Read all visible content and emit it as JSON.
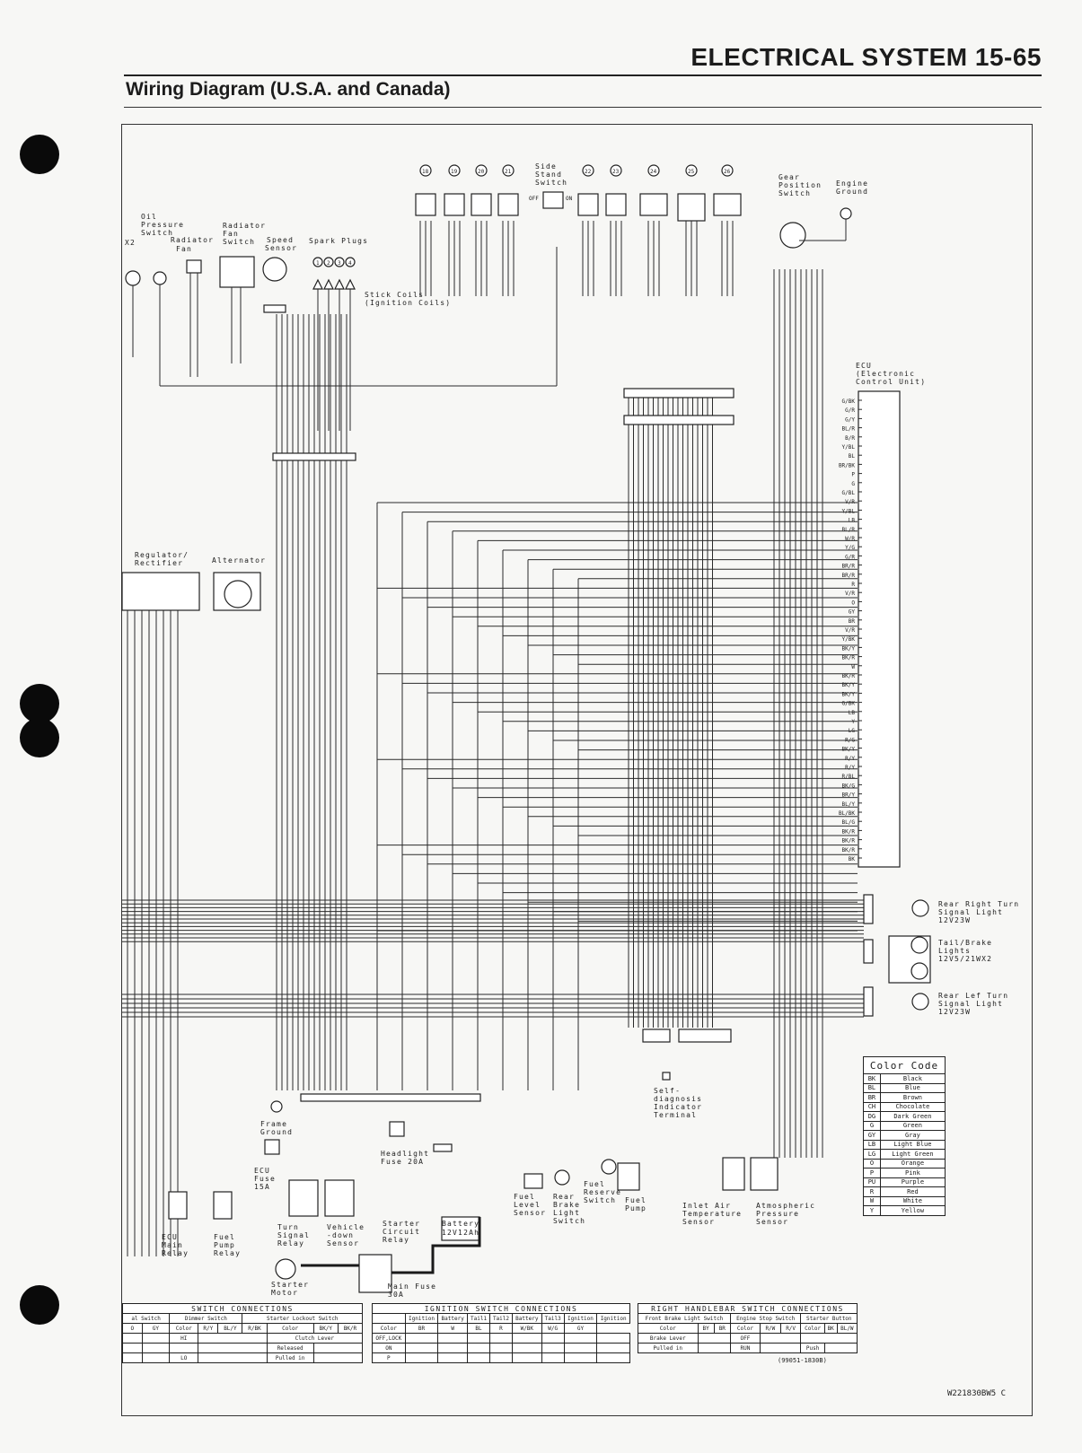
{
  "header": {
    "title": "ELECTRICAL SYSTEM 15-65",
    "subtitle": "Wiring Diagram (U.S.A. and Canada)"
  },
  "components": {
    "oil_pressure_switch": "Oil Pressure Switch",
    "x2": "X2",
    "radiator_fan": "Radiator Fan",
    "radiator_fan_switch": "Radiator Fan Switch",
    "speed_sensor": "Speed Sensor",
    "spark_plugs": "Spark Plugs",
    "stick_coils": "Stick Coils (Ignition Coils)",
    "side_stand_switch": "Side Stand Switch",
    "gear_position_switch": "Gear Position Switch",
    "engine_ground": "Engine Ground",
    "ecu": "ECU (Electronic Control Unit)",
    "regulator_rectifier": "Regulator/ Rectifier",
    "alternator": "Alternator",
    "rear_right_turn": "Rear Right Turn Signal Light 12V23W",
    "tail_brake": "Tail/Brake Lights 12V5/21WX2",
    "rear_left_turn": "Rear Lef Turn Signal Light 12V23W",
    "self_diag": "Self- diagnosis Indicator Terminal",
    "frame_ground": "Frame Ground",
    "ecu_fuse": "ECU Fuse 15A",
    "headlight_fuse": "Headlight Fuse 20A",
    "battery": "Battery 12V12Ah",
    "fuel_level_sensor": "Fuel Level Sensor",
    "rear_brake_switch": "Rear Brake Light Switch",
    "fuel_reserve_switch": "Fuel Reserve Switch",
    "fuel_pump": "Fuel Pump",
    "inlet_air_temp": "Inlet Air Temperature Sensor",
    "atmospheric_pressure": "Atmospheric Pressure Sensor",
    "ecu_main_relay": "ECU Main Relay",
    "fuel_pump_relay": "Fuel Pump Relay",
    "turn_signal_relay": "Turn Signal Relay",
    "vehicle_down_sensor": "Vehicle -down Sensor",
    "starter_circuit_relay": "Starter Circuit Relay",
    "starter_motor": "Starter Motor",
    "main_fuse": "Main Fuse 30A",
    "side_stand_off": "OFF",
    "side_stand_on": "ON",
    "spark_numbers": [
      "1",
      "2",
      "3",
      "4"
    ]
  },
  "top_connector_numbers": [
    "18",
    "19",
    "20",
    "21",
    "22",
    "23",
    "24",
    "25",
    "26"
  ],
  "ecu_pins_top": [
    "G/BK",
    "G/R",
    "G/Y",
    "BL/R",
    "B/R",
    "Y/BL",
    "BL",
    "BR/BK",
    "P",
    "G",
    "G/BL",
    "V/R",
    "Y/BL",
    "LB",
    "BL/R",
    "W/R",
    "Y/G",
    "G/R",
    "BR/R",
    "BR/R",
    "R",
    "V/R",
    "O",
    "GY",
    "BR",
    "V/R",
    "Y/BK",
    "BK/Y",
    "BK/R",
    "W",
    "BK/R",
    "BK/Y",
    "BK/Y",
    "G/BK",
    "LB",
    "Y",
    "LG",
    "R/G",
    "BK/Y",
    "R/Y",
    "R/Y",
    "R/BL",
    "BK/G",
    "BR/Y",
    "BL/Y",
    "BL/BK",
    "BL/G",
    "BK/R",
    "BK/R",
    "BK/R",
    "BK"
  ],
  "color_code": {
    "title": "Color Code",
    "rows": [
      [
        "BK",
        "Black"
      ],
      [
        "BL",
        "Blue"
      ],
      [
        "BR",
        "Brown"
      ],
      [
        "CH",
        "Chocolate"
      ],
      [
        "DG",
        "Dark Green"
      ],
      [
        "G",
        "Green"
      ],
      [
        "GY",
        "Gray"
      ],
      [
        "LB",
        "Light Blue"
      ],
      [
        "LG",
        "Light Green"
      ],
      [
        "O",
        "Orange"
      ],
      [
        "P",
        "Pink"
      ],
      [
        "PU",
        "Purple"
      ],
      [
        "R",
        "Red"
      ],
      [
        "W",
        "White"
      ],
      [
        "Y",
        "Yellow"
      ]
    ]
  },
  "switch_tables": {
    "left": {
      "title": "SWITCH CONNECTIONS",
      "dimmer": "Dimmer Switch",
      "starter_lockout": "Starter Lockout Switch",
      "turn": "al Switch",
      "cols_dimmer": [
        "Color",
        "R/Y",
        "BL/Y",
        "R/BK"
      ],
      "cols_lockout": [
        "Color",
        "BK/Y",
        "BK/R"
      ],
      "rows": [
        "HI",
        "LO"
      ],
      "lockout_rows": [
        "Clutch Lever",
        "Released",
        "Pulled in"
      ],
      "turn_cols": [
        "O",
        "GY"
      ]
    },
    "ignition": {
      "title": "IGNITION SWITCH CONNECTIONS",
      "cols": [
        "Ignition",
        "Battery",
        "Tail1",
        "Tail2",
        "Battery",
        "Tail3",
        "Ignition",
        "Ignition"
      ],
      "colors": [
        "Color",
        "BR",
        "W",
        "BL",
        "R",
        "W/BK",
        "W/G",
        "GY"
      ],
      "rows": [
        "OFF,LOCK",
        "ON",
        "P"
      ]
    },
    "right": {
      "title": "RIGHT HANDLEBAR SWITCH CONNECTIONS",
      "front_brake": "Front Brake Light Switch",
      "engine_stop": "Engine Stop Switch",
      "starter_button": "Starter Button",
      "colors": [
        "Color",
        "BY",
        "BR",
        "Color",
        "R/W",
        "R/V",
        "Color",
        "BK",
        "BL/W"
      ],
      "rows": [
        "Brake Lever",
        "Pulled in",
        "OFF",
        "RUN",
        "Push"
      ]
    }
  },
  "part_number": "(99051-1830B)",
  "figure_code": "W221830BW5 C"
}
